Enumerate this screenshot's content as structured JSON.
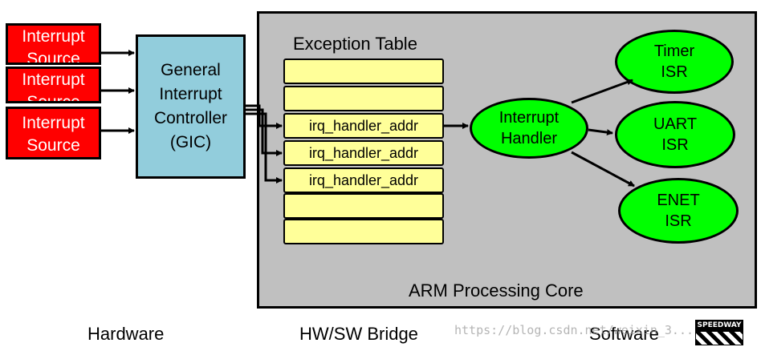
{
  "sources": [
    {
      "line1": "Interrupt",
      "line2": "Source"
    },
    {
      "line1": "Interrupt",
      "line2": "Source"
    },
    {
      "line1": "Interrupt",
      "line2": "Source"
    }
  ],
  "gic": {
    "lines": [
      "General",
      "Interrupt",
      "Controller",
      "(GIC)"
    ]
  },
  "exception_table": {
    "title": "Exception Table",
    "slots": [
      "",
      "",
      "irq_handler_addr",
      "irq_handler_addr",
      "irq_handler_addr",
      "",
      ""
    ]
  },
  "handler": {
    "line1": "Interrupt",
    "line2": "Handler"
  },
  "isrs": [
    {
      "line1": "Timer",
      "line2": "ISR"
    },
    {
      "line1": "UART",
      "line2": "ISR"
    },
    {
      "line1": "ENET",
      "line2": "ISR"
    }
  ],
  "core_label": "ARM Processing Core",
  "bottom_labels": {
    "hardware": "Hardware",
    "bridge": "HW/SW Bridge",
    "software": "Software"
  },
  "watermark": "https://blog.csdn.net/weixin_3...",
  "logo": {
    "name": "speedway-logo"
  },
  "colors": {
    "source": "#ff0000",
    "gic": "#92cddc",
    "core": "#c0c0c0",
    "slot": "#ffff99",
    "oval": "#00ff00"
  }
}
